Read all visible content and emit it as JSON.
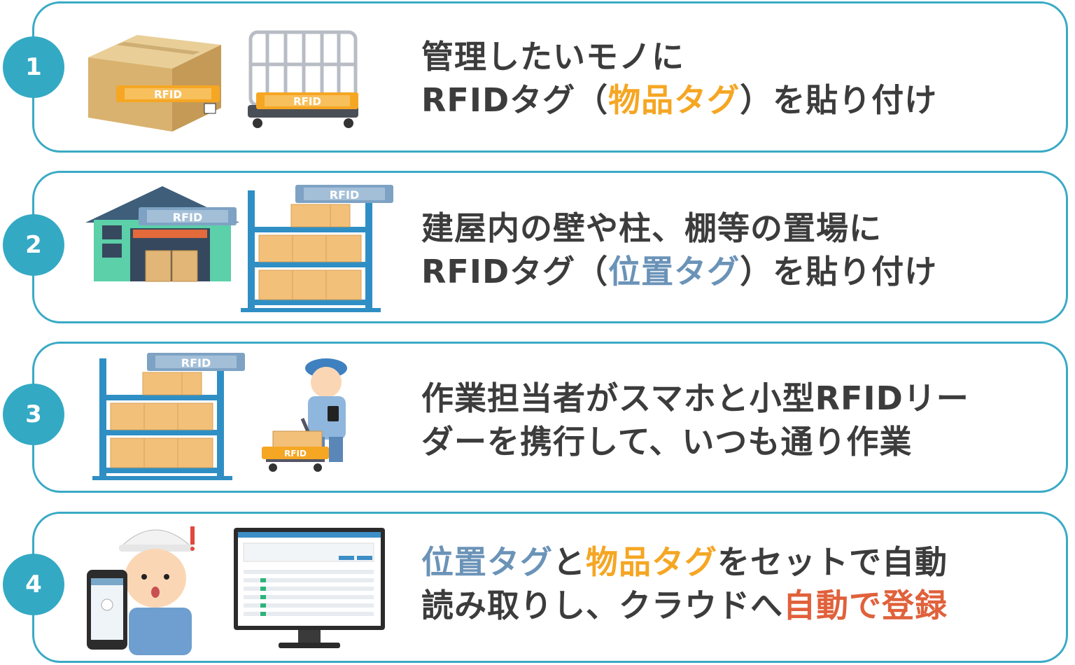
{
  "steps": [
    {
      "number": "1",
      "line1": "管理したいモノに",
      "line2_prefix": "RFIDタグ（",
      "line2_highlight": "物品タグ",
      "line2_suffix": "）を貼り付け"
    },
    {
      "number": "2",
      "line1": "建屋内の壁や柱、棚等の置場に",
      "line2_prefix": "RFIDタグ（",
      "line2_highlight": "位置タグ",
      "line2_suffix": "）を貼り付け"
    },
    {
      "number": "3",
      "line1": "作業担当者がスマホと小型RFIDリー",
      "line2": "ダーを携行して、いつも通り作業"
    },
    {
      "number": "4",
      "line1_hl1": "位置タグ",
      "line1_mid": "と",
      "line1_hl2": "物品タグ",
      "line1_suffix": "をセットで自動",
      "line2_prefix": "読み取りし、クラウドへ",
      "line2_highlight": "自動で登録"
    }
  ],
  "tag_label": "RFID",
  "colors": {
    "accent": "#34a9c4",
    "item_tag": "#f5a623",
    "location_tag": "#6b93b8",
    "register": "#e0613b",
    "text": "#3c3c3c"
  }
}
